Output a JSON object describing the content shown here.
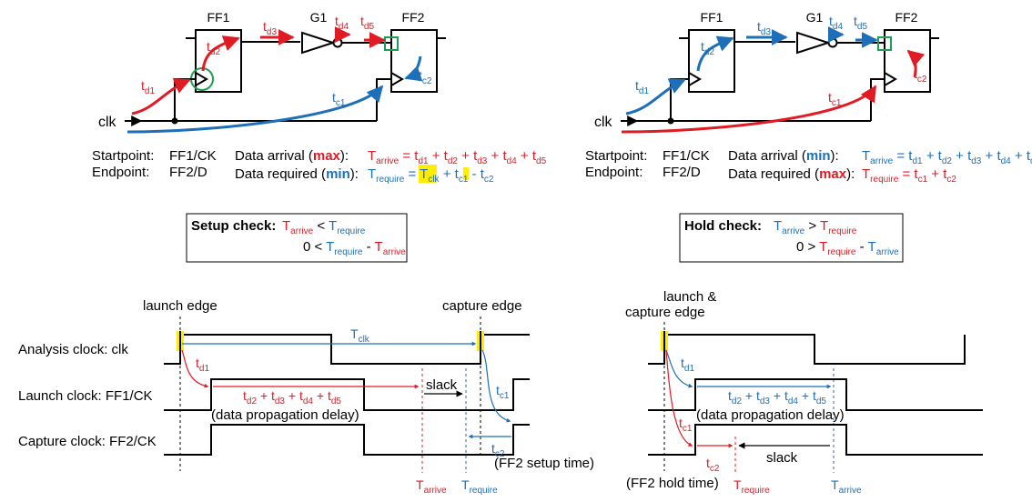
{
  "setup": {
    "labels": {
      "ff1": "FF1",
      "g1": "G1",
      "ff2": "FF2",
      "clk": "clk"
    },
    "delays": {
      "td1": "t",
      "td1_sub": "d1",
      "td2": "t",
      "td2_sub": "d2",
      "td3": "t",
      "td3_sub": "d3",
      "td4": "t",
      "td4_sub": "d4",
      "td5": "t",
      "td5_sub": "d5",
      "tc1": "t",
      "tc1_sub": "c1",
      "tc2": "t",
      "tc2_sub": "c2"
    },
    "startpoint_label": "Startpoint:",
    "startpoint_value": "FF1/CK",
    "endpoint_label": "Endpoint:",
    "endpoint_value": "FF2/D",
    "arrival_label": "Data arrival (",
    "arrival_mode": "max",
    "arrival_close": "):",
    "arrival_eq": {
      "T": "T",
      "T_sub": "arrive",
      "rhs": "= t",
      "terms": [
        "d1",
        "d2",
        "d3",
        "d4",
        "d5"
      ]
    },
    "required_label": "Data required (",
    "required_mode": "min",
    "required_close": "):",
    "required_eq": {
      "T": "T",
      "T_sub": "require",
      "eq": "=",
      "Tclk": "T",
      "Tclk_sub": "clk",
      "plus": "+ t",
      "c1": "c1",
      "minus": "-",
      "t": "t",
      "c2": "c2"
    },
    "check_title": "Setup check:",
    "check_line1": {
      "a": "T",
      "a_sub": "arrive",
      "op": "<",
      "b": "T",
      "b_sub": "require"
    },
    "check_line2": {
      "lhs": "0 <",
      "a": "T",
      "a_sub": "require",
      "op": "-",
      "b": "T",
      "b_sub": "arrive"
    }
  },
  "hold": {
    "labels": {
      "ff1": "FF1",
      "g1": "G1",
      "ff2": "FF2",
      "clk": "clk"
    },
    "startpoint_label": "Startpoint:",
    "startpoint_value": "FF1/CK",
    "endpoint_label": "Endpoint:",
    "endpoint_value": "FF2/D",
    "arrival_label": "Data arrival (",
    "arrival_mode": "min",
    "arrival_close": "):",
    "required_label": "Data required (",
    "required_mode": "max",
    "required_close": "):",
    "arrival_eq": {
      "T": "T",
      "T_sub": "arrive",
      "rhs": "= t"
    },
    "required_eq": {
      "T": "T",
      "T_sub": "require",
      "rhs": "= t",
      "c1": "c1",
      "plus": "+ t",
      "c2": "c2"
    },
    "check_title": "Hold check:",
    "check_line1": {
      "a": "T",
      "a_sub": "arrive",
      "op": ">",
      "b": "T",
      "b_sub": "require"
    },
    "check_line2": {
      "lhs": "0 >",
      "a": "T",
      "a_sub": "require",
      "op": "-",
      "b": "T",
      "b_sub": "arrive"
    }
  },
  "setup_timing": {
    "launch_edge": "launch edge",
    "capture_edge": "capture edge",
    "analysis_clock": "Analysis clock:  clk",
    "launch_clock": "Launch clock:  FF1/CK",
    "capture_clock": "Capture clock:  FF2/CK",
    "tclk": "T",
    "tclk_sub": "clk",
    "prop_delay": "(data propagation delay)",
    "slack": "slack",
    "setup_time": "(FF2 setup time)",
    "t_arrive": "T",
    "t_arrive_sub": "arrive",
    "t_require": "T",
    "t_require_sub": "require"
  },
  "hold_timing": {
    "edge_line1": "launch &",
    "edge_line2": "capture edge",
    "prop_delay": "(data propagation delay)",
    "slack": "slack",
    "hold_time": "(FF2 hold time)",
    "t_require": "T",
    "t_require_sub": "require",
    "t_arrive": "T",
    "t_arrive_sub": "arrive"
  },
  "colors": {
    "red": "#e01b24",
    "blue": "#1c6fb8",
    "green": "#1e9e50",
    "yellow": "#ffee00"
  }
}
